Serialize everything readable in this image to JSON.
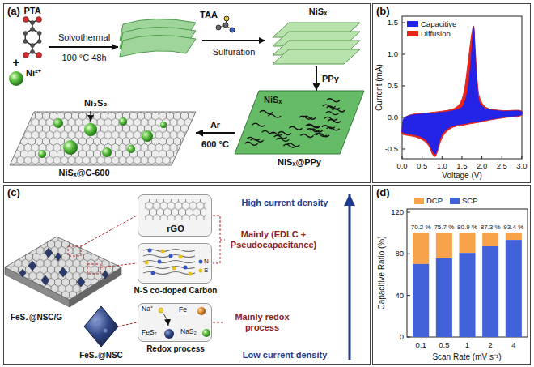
{
  "diagram": {
    "nodes": [
      {
        "text": [
          "(a)"
        ]
      },
      {
        "text": [
          "NiSₓ"
        ],
        "in": 0
      },
      {
        "text": [
          "NiSₓ",
          "NiSₓ@PPy"
        ],
        "in": 0
      },
      {
        "text": [
          "Ni₃S₂",
          "NiSₓ@C-600"
        ],
        "in": 0
      },
      {
        "text": [
          "(b)"
        ]
      },
      {
        "text": [
          "(c)"
        ]
      },
      {
        "text": [
          "rGO"
        ],
        "in": 5
      },
      {
        "text": [
          "N-S co-doped Carbon"
        ],
        "in": 5
      },
      {
        "text": [
          "Na⁺",
          "Fe",
          "NaS₂",
          "FeS₂",
          "Redox process"
        ],
        "in": 5
      },
      {
        "text": [
          "(d)"
        ]
      }
    ],
    "edges": [
      {
        "from": 1,
        "to": 2,
        "arrow": "to",
        "label": "PPy"
      },
      {
        "from": 2,
        "to": 3,
        "arrow": "to",
        "label": "Ar"
      }
    ],
    "labels": [
      "PTA",
      "Ni²⁺",
      "Solvothermal",
      "100 °C 48h",
      "TAA",
      "Sulfuration",
      "600 °C",
      "Current (mA)",
      "Voltage (V)",
      "0.0",
      "0.5",
      "1.0",
      "1.5",
      "2.0",
      "2.5",
      "3.0",
      "1.5",
      "1.0",
      "0.5",
      "0.0",
      "-0.5",
      "FeS₂@NSC/G",
      "FeS₂@NSC",
      "N",
      "S",
      "Mainly (EDLC + Pseudocapacitance)",
      "Mainly redox process",
      "High current density",
      "Low current density",
      "Capacitive Ratio (%)",
      "Scan Rate (mV s⁻¹)",
      "0",
      "40",
      "80",
      "120",
      "0.1",
      "0.5",
      "1",
      "2",
      "4",
      "70.2 %",
      "75.7 %",
      "80.9 %",
      "87.3 %",
      "93.4 %",
      "+"
    ],
    "legend": [
      {
        "text": "Capacitive",
        "color": "#2424e6"
      },
      {
        "text": "Diffusion",
        "color": "#e8231c"
      },
      {
        "text": "DCP",
        "color": "#f6a34a"
      },
      {
        "text": "SCP",
        "color": "#4262d9"
      }
    ]
  }
}
